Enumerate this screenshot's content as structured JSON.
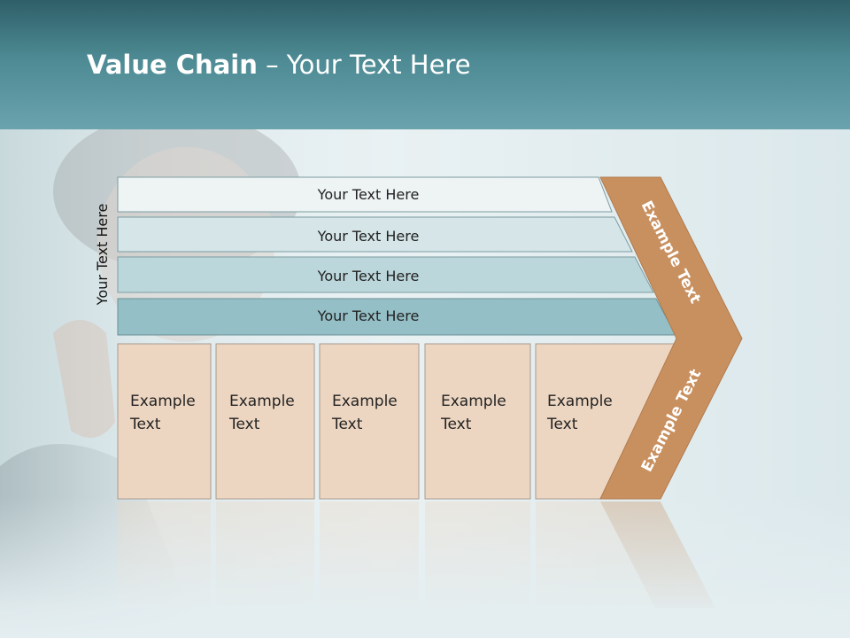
{
  "title": {
    "bold": "Value Chain",
    "rest": " – Your Text Here"
  },
  "side_label": "Your Text Here",
  "bands": [
    {
      "label": "Your Text Here",
      "fill": "#eef3f4"
    },
    {
      "label": "Your Text Here",
      "fill": "#d5e5e8"
    },
    {
      "label": "Your Text Here",
      "fill": "#bcd7db"
    },
    {
      "label": "Your Text Here",
      "fill": "#94bfc6"
    }
  ],
  "columns": [
    {
      "line1": "Example",
      "line2": "Text"
    },
    {
      "line1": "Example",
      "line2": "Text"
    },
    {
      "line1": "Example",
      "line2": "Text"
    },
    {
      "line1": "Example",
      "line2": "Text"
    },
    {
      "line1": "Example",
      "line2": "Text"
    }
  ],
  "chevron": {
    "top_label": "Example Text",
    "bottom_label": "Example Text",
    "fill": "#c9905f"
  },
  "colors": {
    "column_fill": "#edd6c1",
    "header": "#3d7480"
  }
}
